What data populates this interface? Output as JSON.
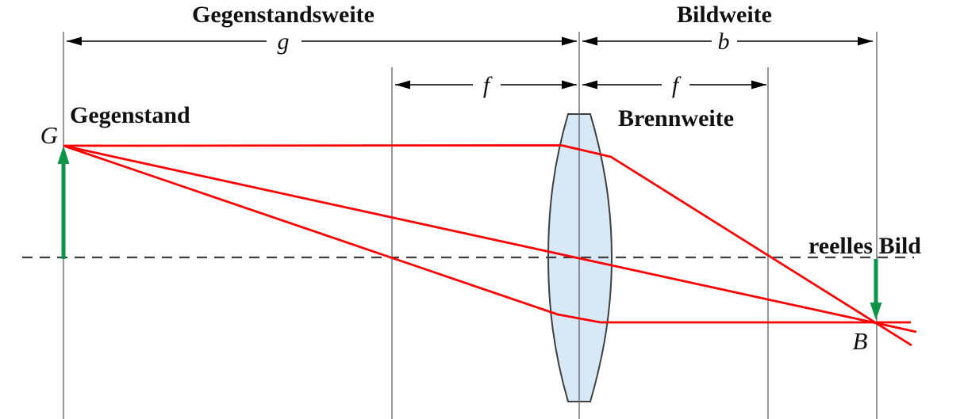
{
  "diagram": {
    "title_object_distance": "Gegenstandsweite",
    "dim_g": "g",
    "title_image_distance": "Bildweite",
    "dim_b": "b",
    "dim_f_left": "f",
    "dim_f_right": "f",
    "object_label": "Gegenstand",
    "object_symbol": "G",
    "focal_length_label": "Brennweite",
    "real_image_label": "reelles Bild",
    "image_symbol": "B"
  },
  "colors": {
    "ray_red": "#fb0303",
    "arrow_green": "#0c9447",
    "lens_fill": "#d7e8f6",
    "lens_stroke": "#3f3f3f",
    "guide_line": "#5f5f5f",
    "axis": "#3f3f3f",
    "dimension": "#000000",
    "text": "#111111"
  }
}
